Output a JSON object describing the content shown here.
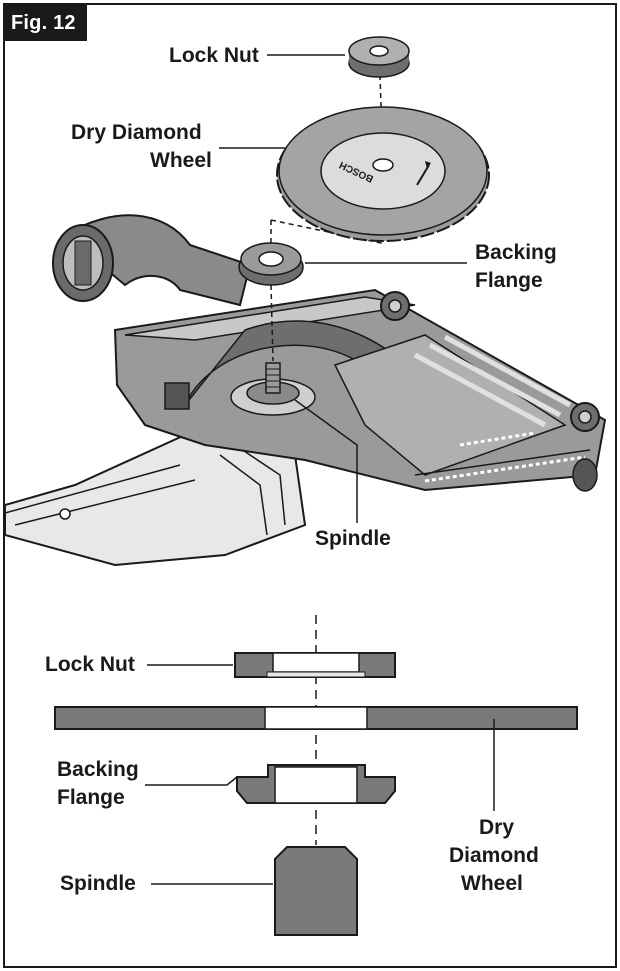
{
  "figure": {
    "label": "Fig. 12"
  },
  "exploded_view": {
    "lock_nut_label": "Lock Nut",
    "dry_diamond_wheel_label_line1": "Dry Diamond",
    "dry_diamond_wheel_label_line2": "Wheel",
    "backing_flange_label_line1": "Backing",
    "backing_flange_label_line2": "Flange",
    "spindle_label": "Spindle",
    "brand_mark": "BOSCH"
  },
  "cross_section": {
    "lock_nut_label": "Lock Nut",
    "backing_flange_label_line1": "Backing",
    "backing_flange_label_line2": "Flange",
    "spindle_label": "Spindle",
    "dry_diamond_wheel_label_line1": "Dry",
    "dry_diamond_wheel_label_line2": "Diamond",
    "dry_diamond_wheel_label_line3": "Wheel"
  },
  "colors": {
    "ink": "#1a1a1a",
    "part_gray": "#7a7a7a",
    "light_gray": "#cfcfcf",
    "mid_gray": "#9a9a9a"
  }
}
